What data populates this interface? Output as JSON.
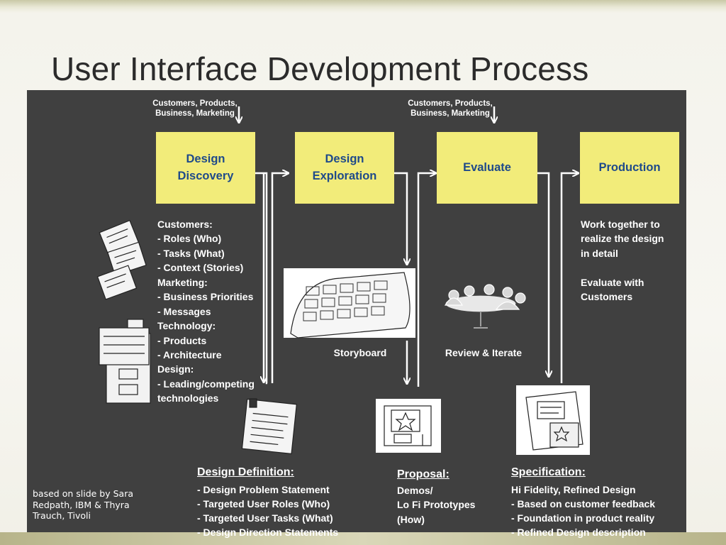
{
  "title": "User Interface Development Process",
  "inputs": {
    "left": "Customers, Products,\nBusiness, Marketing",
    "right": "Customers, Products,\nBusiness, Marketing"
  },
  "stages": [
    {
      "label": "Design\nDiscovery"
    },
    {
      "label": "Design\nExploration"
    },
    {
      "label": "Evaluate"
    },
    {
      "label": "Production"
    }
  ],
  "discovery_list": "Customers:\n   - Roles (Who)\n   - Tasks (What)\n   - Context (Stories)\nMarketing:\n   - Business Priorities\n   - Messages\nTechnology:\n   - Products\n   - Architecture\nDesign:\n   - Leading/competing\n     technologies",
  "production_text": "Work together to\nrealize the design\nin detail\n\nEvaluate with\nCustomers",
  "captions": {
    "storyboard": "Storyboard",
    "review": "Review & Iterate"
  },
  "definition": {
    "heading": "Design Definition:",
    "items": "- Design Problem Statement\n- Targeted User Roles (Who)\n- Targeted User Tasks (What)\n- Design Direction Statements"
  },
  "proposal": {
    "heading": "Proposal:",
    "items": "Demos/\nLo Fi Prototypes\n(How)"
  },
  "specification": {
    "heading": "Specification:",
    "items": "Hi Fidelity, Refined Design\n   - Based on customer feedback\n   - Foundation in product reality\n   - Refined Design description"
  },
  "credit": "based on slide by Sara\nRedpath, IBM & Thyra\nTrauch, Tivoli",
  "colors": {
    "slide_bg": "#404040",
    "box_fill": "#f2ec7a",
    "box_text": "#1f4a8a",
    "title_text": "#2b2b2b"
  }
}
